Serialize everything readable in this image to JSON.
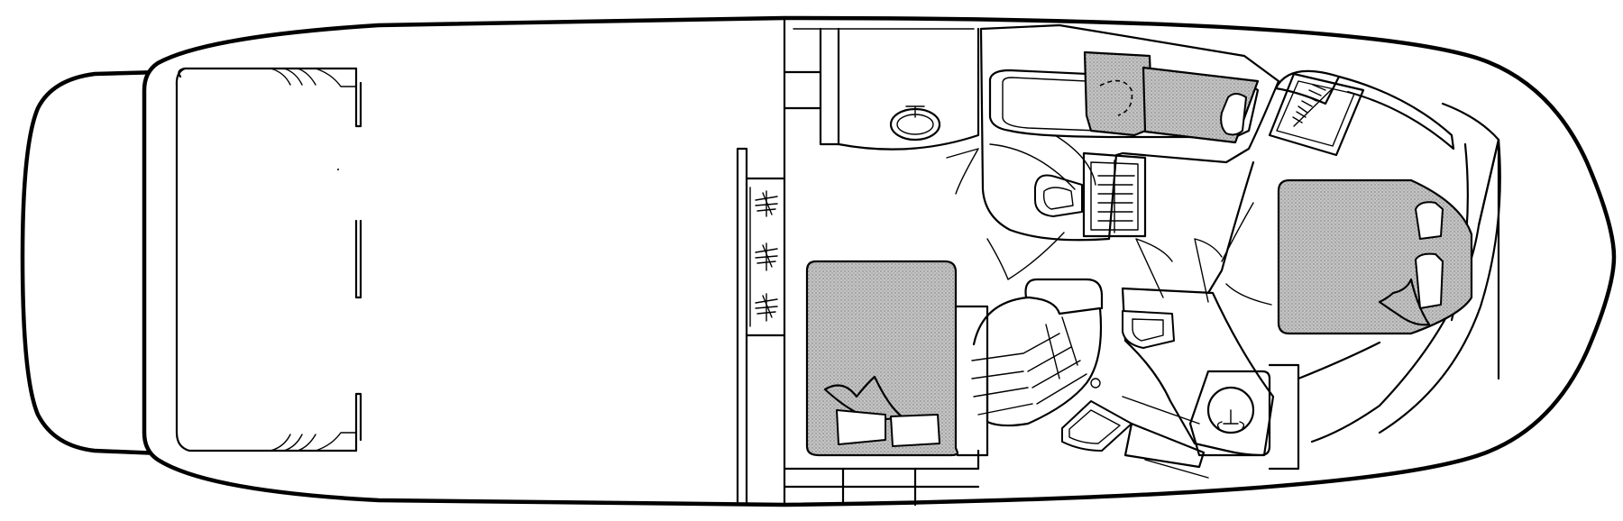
{
  "colors": {
    "line": "#000000",
    "fill": "#ffffff",
    "fabric": "#bdbdbd"
  },
  "plan": {
    "areas": [
      "cockpit-deck",
      "cockpit-lounge-seat",
      "salon-bar-cabinet",
      "midship-stateroom",
      "companionway-stairs",
      "aft-head-with-tub",
      "dinette",
      "galley",
      "forward-head",
      "master-stateroom",
      "sink"
    ]
  }
}
